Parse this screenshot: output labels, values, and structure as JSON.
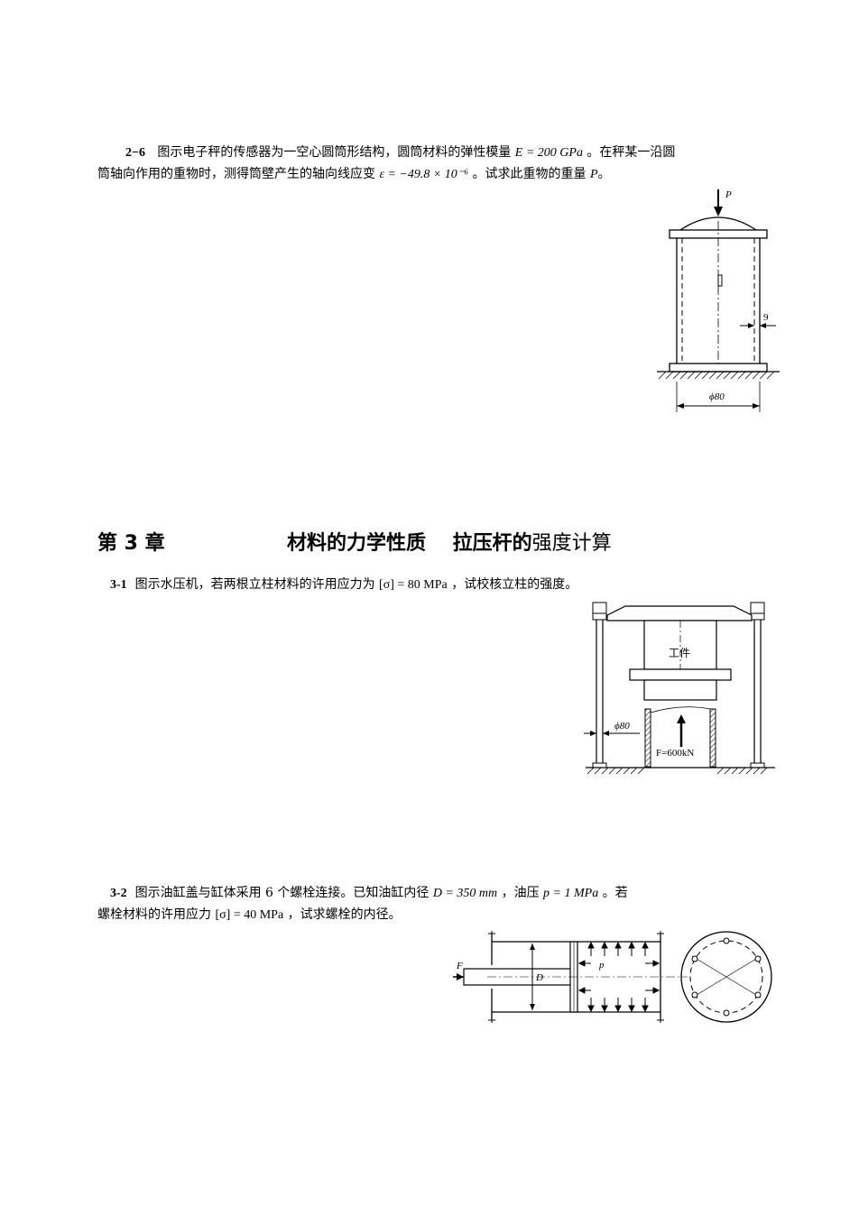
{
  "p26": {
    "num": "2−6",
    "text1": "图示电子秤的传感器为一空心圆筒形结构，圆筒材料的弹性模量",
    "E": "E = 200 GPa",
    "text2": "。在秤某一沿圆",
    "text3": "筒轴向作用的重物时，测得筒壁产生的轴向线应变",
    "eps": "ε = −49.8 × 10⁻⁶",
    "text4": "。试求此重物的重量",
    "P": "P",
    "end": "。",
    "fig": {
      "load": "P",
      "wall": "9",
      "dia": "ϕ80"
    }
  },
  "chapter": {
    "label": "第 3 章",
    "title_bold": "材料的力学性质　 拉压杆的",
    "title_light": "强度计算"
  },
  "p31": {
    "num": "3-1",
    "text1": "图示水压机，若两根立柱材料的许用应力为",
    "sigma": "[σ] = 80 MPa",
    "text2": "，试校核立柱的强度。",
    "fig": {
      "work": "工件",
      "dia": "ϕ80",
      "force": "F=600kN"
    }
  },
  "p32": {
    "num": "3-2",
    "text1": "图示油缸盖与缸体采用 6 个螺栓连接。已知油缸内径",
    "D": "D = 350 mm",
    "text2": "，油压",
    "pval": "p = 1 MPa",
    "text3": "。若",
    "text4": "螺栓材料的许用应力",
    "sigma": "[σ] = 40 MPa",
    "text5": "，试求螺栓的内径。",
    "fig": {
      "F": "F",
      "D": "D",
      "p": "p"
    }
  }
}
